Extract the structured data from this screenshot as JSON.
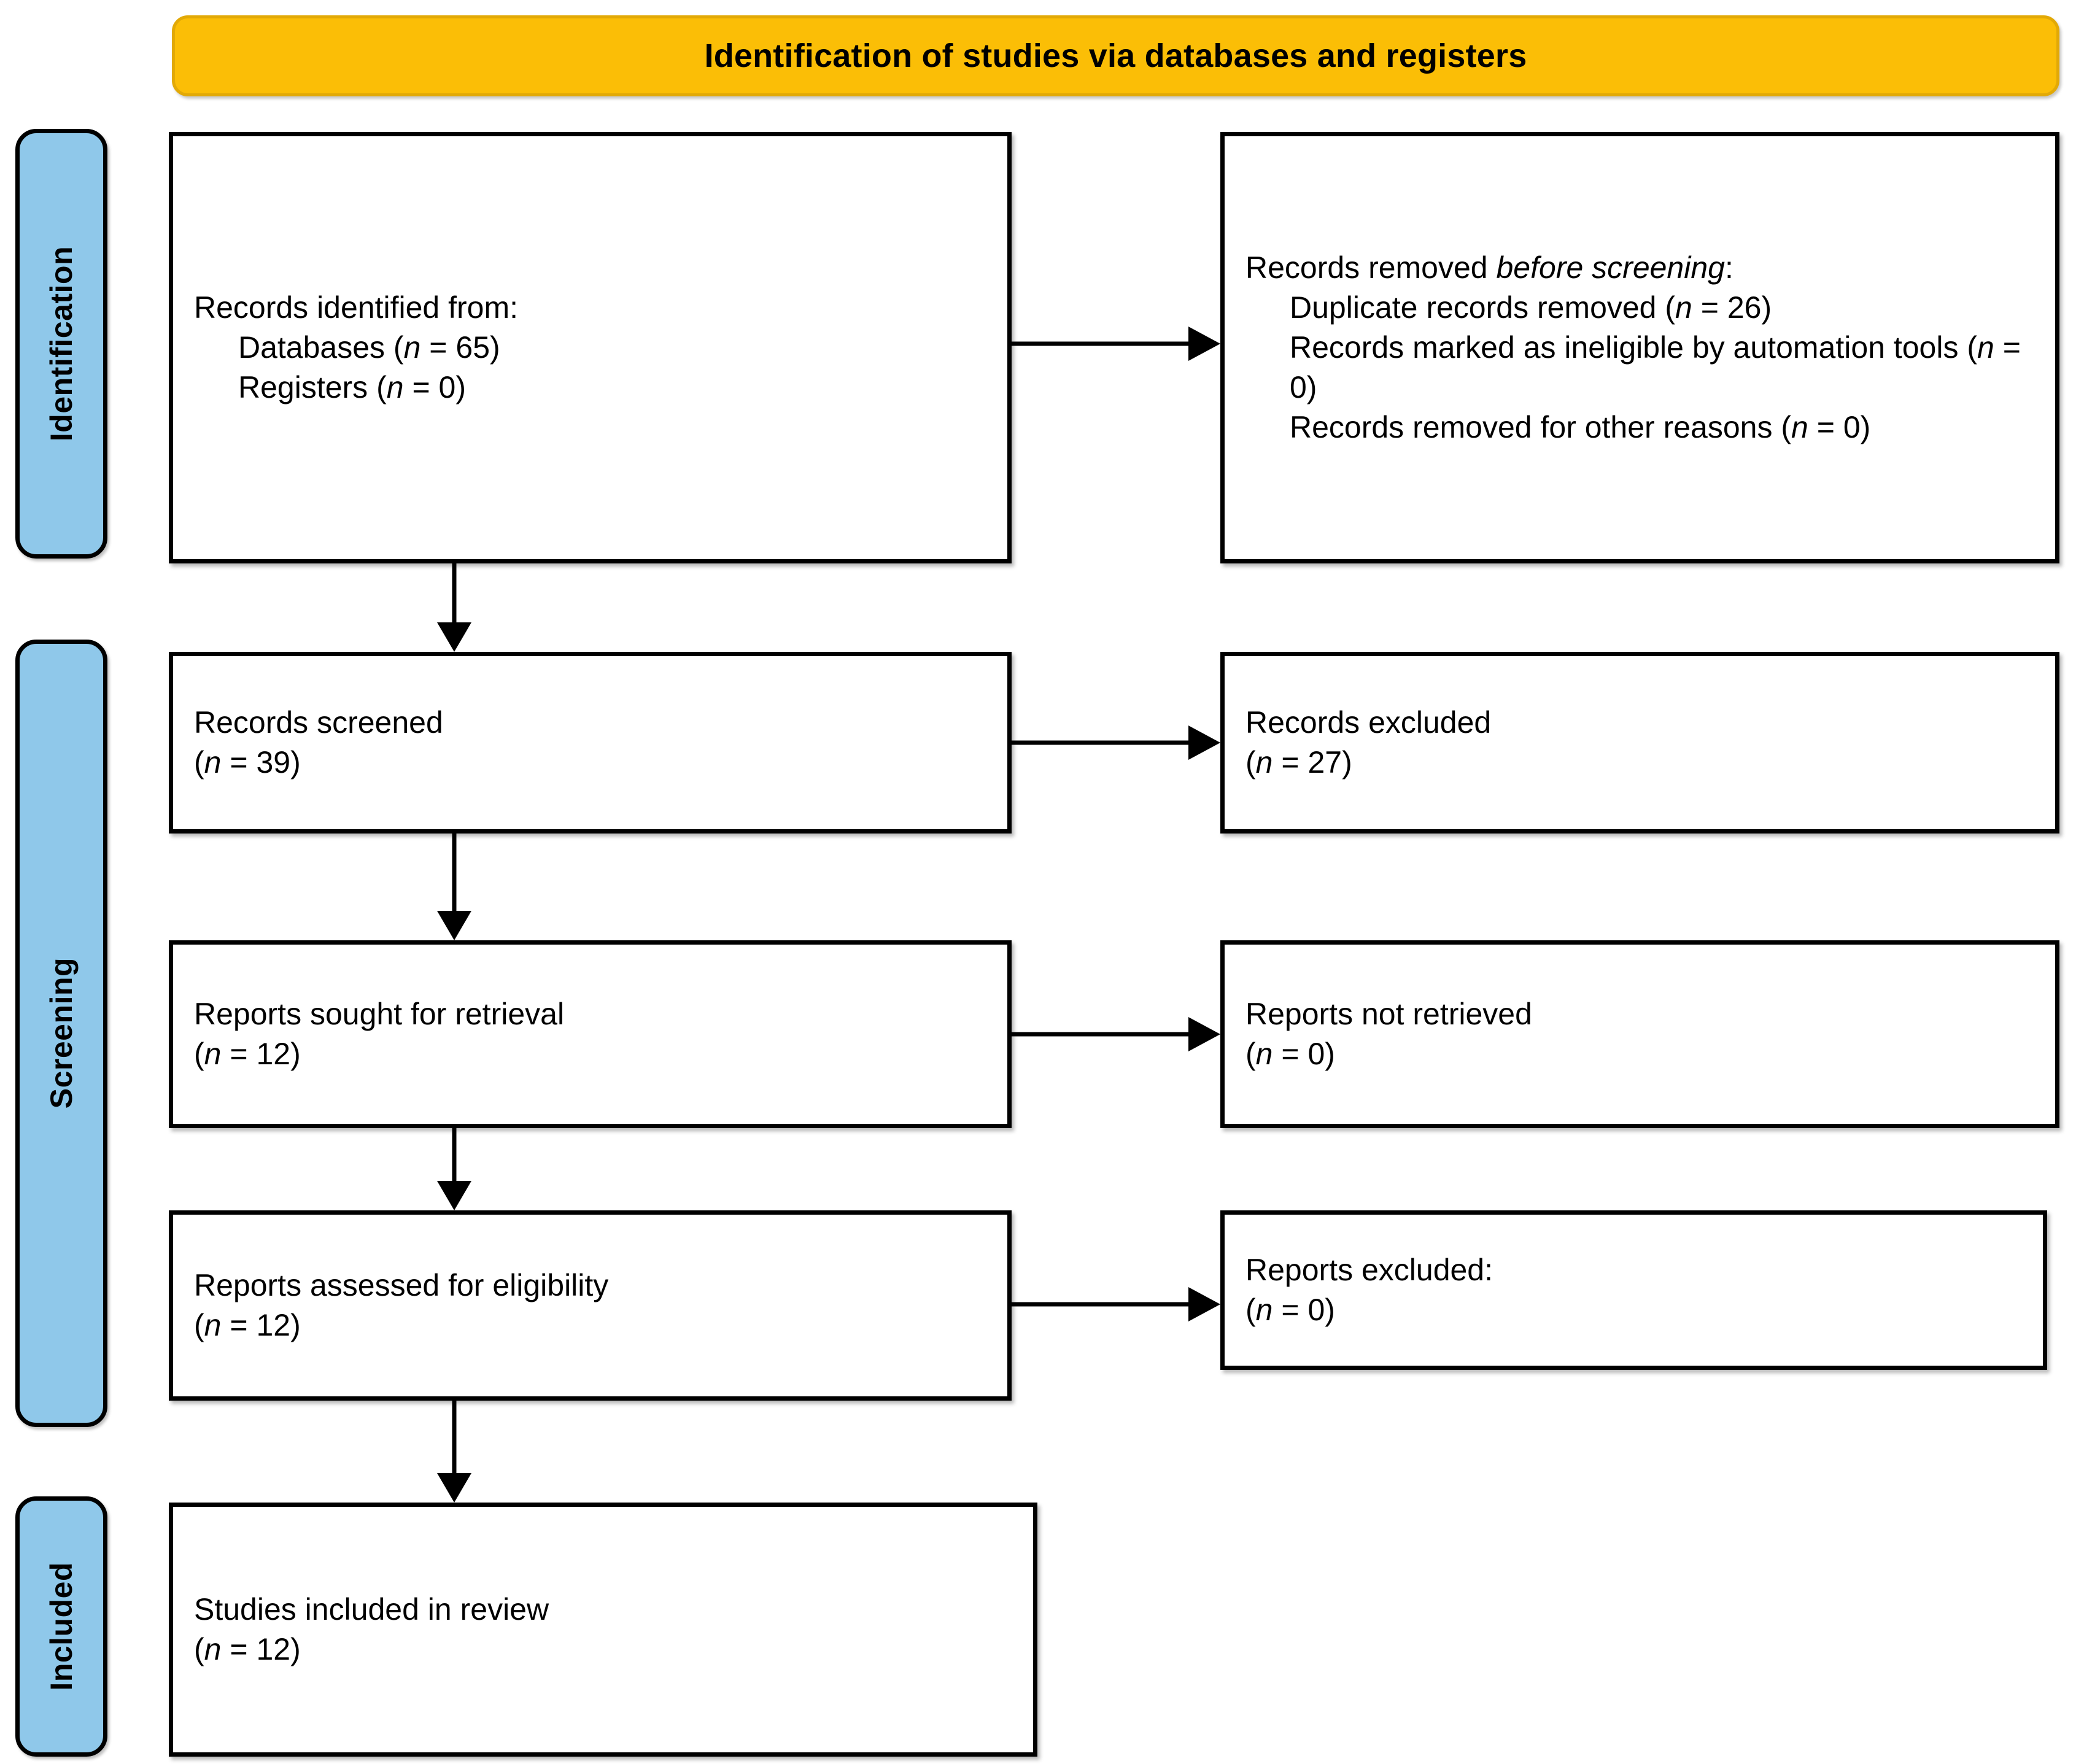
{
  "banner": {
    "title": "Identification of studies via databases and registers",
    "bg_color": "#FBBE06",
    "border_color": "#E2A906"
  },
  "stages": {
    "bg_color": "#8FC8EA",
    "identification": "Identification",
    "screening": "Screening",
    "included": "Included"
  },
  "boxes": {
    "identified": {
      "line1": "Records identified from:",
      "line2": "Databases (",
      "line2_n": "n",
      "line2_eq": " = 65)",
      "line3": "Registers (",
      "line3_n": "n",
      "line3_eq": " = 0)"
    },
    "removed": {
      "line1a": "Records removed ",
      "line1b": "before screening",
      "line1c": ":",
      "line2a": "Duplicate records removed (",
      "line2n": "n",
      "line2b": " = 26)",
      "line3a": "Records marked as ineligible by automation tools (",
      "line3n": "n",
      "line3b": " = 0)",
      "line4a": "Records removed for other reasons (",
      "line4n": "n",
      "line4b": " = 0)"
    },
    "screened": {
      "title": "Records screened",
      "n_label": "n",
      "n_value": " = 39)",
      "n_open": "("
    },
    "excluded_records": {
      "title": "Records excluded",
      "n_open": "(",
      "n_label": "n",
      "n_value": " = 27)"
    },
    "sought": {
      "title": "Reports sought for retrieval",
      "n_open": "(",
      "n_label": "n",
      "n_value": " = 12)"
    },
    "not_retrieved": {
      "title": "Reports not retrieved",
      "n_open": "(",
      "n_label": "n",
      "n_value": " = 0)"
    },
    "assessed": {
      "title": "Reports assessed for eligibility",
      "n_open": "(",
      "n_label": "n",
      "n_value": " = 12)"
    },
    "excluded_reports": {
      "title": "Reports excluded:",
      "n_open": "(",
      "n_label": "n",
      "n_value": " = 0)"
    },
    "included": {
      "title": "Studies included in review",
      "n_open": "(",
      "n_label": "n",
      "n_value": " = 12)"
    }
  },
  "chart_data": {
    "type": "diagram",
    "title": "Identification of studies via databases and registers",
    "stages": [
      "Identification",
      "Screening",
      "Included"
    ],
    "nodes": [
      {
        "id": "identified",
        "stage": "Identification",
        "label": "Records identified from: Databases (n = 65); Registers (n = 0)",
        "n": 65
      },
      {
        "id": "removed",
        "stage": "Identification",
        "label": "Records removed before screening: Duplicate records removed (n = 26); Records marked as ineligible by automation tools (n = 0); Records removed for other reasons (n = 0)",
        "n": 26
      },
      {
        "id": "screened",
        "stage": "Screening",
        "label": "Records screened (n = 39)",
        "n": 39
      },
      {
        "id": "excluded_records",
        "stage": "Screening",
        "label": "Records excluded (n = 27)",
        "n": 27
      },
      {
        "id": "sought",
        "stage": "Screening",
        "label": "Reports sought for retrieval (n = 12)",
        "n": 12
      },
      {
        "id": "not_retrieved",
        "stage": "Screening",
        "label": "Reports not retrieved (n = 0)",
        "n": 0
      },
      {
        "id": "assessed",
        "stage": "Screening",
        "label": "Reports assessed for eligibility (n = 12)",
        "n": 12
      },
      {
        "id": "excluded_reports",
        "stage": "Screening",
        "label": "Reports excluded: (n = 0)",
        "n": 0
      },
      {
        "id": "included",
        "stage": "Included",
        "label": "Studies included in review (n = 12)",
        "n": 12
      }
    ],
    "edges": [
      {
        "from": "identified",
        "to": "removed",
        "direction": "right"
      },
      {
        "from": "identified",
        "to": "screened",
        "direction": "down"
      },
      {
        "from": "screened",
        "to": "excluded_records",
        "direction": "right"
      },
      {
        "from": "screened",
        "to": "sought",
        "direction": "down"
      },
      {
        "from": "sought",
        "to": "not_retrieved",
        "direction": "right"
      },
      {
        "from": "sought",
        "to": "assessed",
        "direction": "down"
      },
      {
        "from": "assessed",
        "to": "excluded_reports",
        "direction": "right"
      },
      {
        "from": "assessed",
        "to": "included",
        "direction": "down"
      }
    ]
  }
}
